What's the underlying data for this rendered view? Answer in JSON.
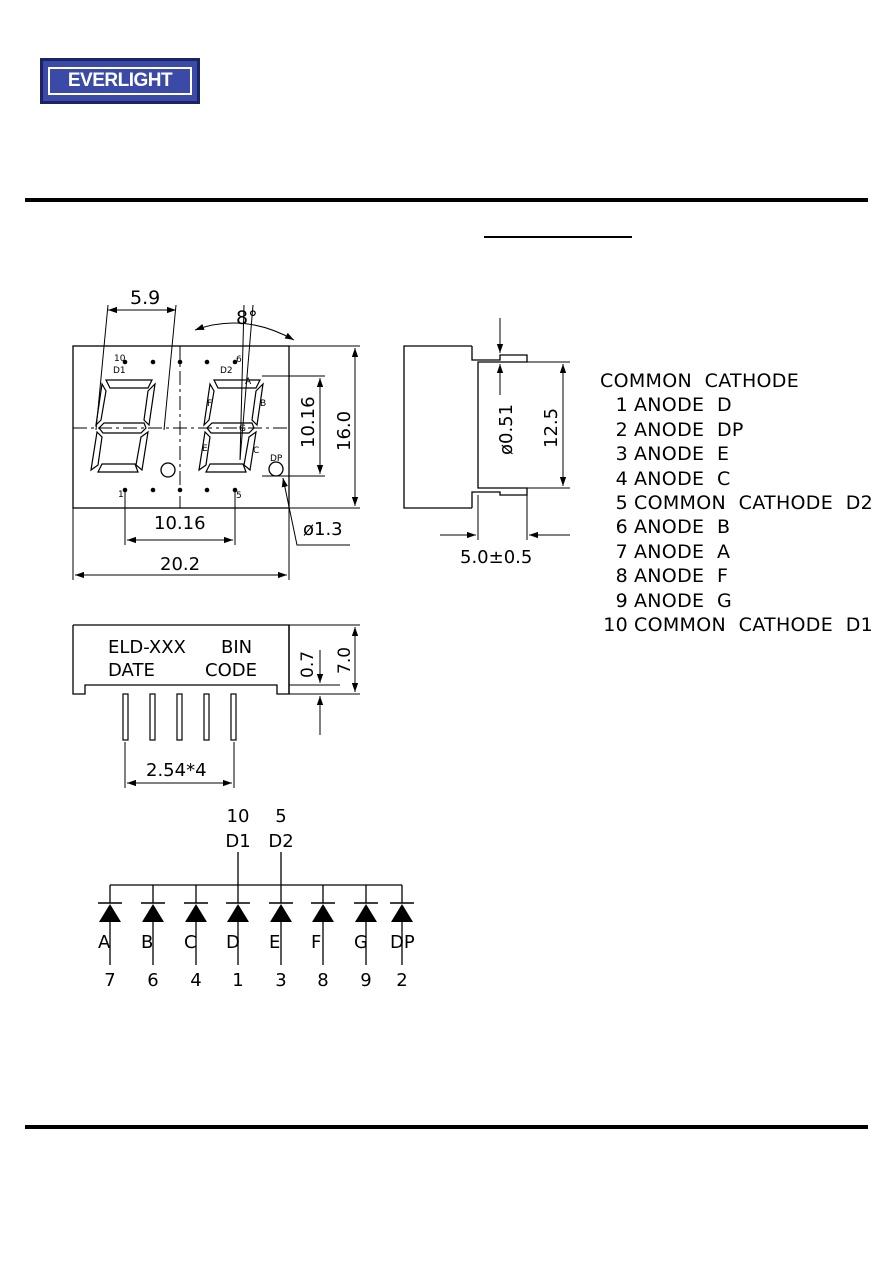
{
  "header": {
    "brand": "EVERLIGHT"
  },
  "front_view": {
    "dims": {
      "digit_width": "5.9",
      "slant": "8°",
      "height": "10.16",
      "overall_height": "16.0",
      "pin_span": "10.16",
      "overall_width": "20.2",
      "dp_diameter": "ø1.3"
    },
    "pin_labels": {
      "p10": "10",
      "d1": "D1",
      "p6": "6",
      "d2": "D2",
      "p1": "1",
      "p5": "5",
      "dp": "DP"
    },
    "segments": {
      "a": "A",
      "b": "B",
      "c": "C",
      "e": "E",
      "f": "F",
      "g": "G"
    }
  },
  "side_view": {
    "dims": {
      "pin_diameter": "ø0.51",
      "pin_length": "12.5",
      "offset": "5.0±0.5"
    }
  },
  "bottom_view": {
    "marking": {
      "line1_left": "ELD-XXX",
      "line1_right": "BIN",
      "line2_left": "DATE",
      "line2_right": "CODE"
    },
    "dims": {
      "standoff": "0.7",
      "thickness": "7.0",
      "pitch": "2.54*4"
    }
  },
  "pin_list": {
    "header": "COMMON  CATHODE",
    "rows": [
      {
        "num": "1",
        "label": "ANODE  D"
      },
      {
        "num": "2",
        "label": "ANODE  DP"
      },
      {
        "num": "3",
        "label": "ANODE  E"
      },
      {
        "num": "4",
        "label": "ANODE  C"
      },
      {
        "num": "5",
        "label": "COMMON  CATHODE  D2"
      },
      {
        "num": "6",
        "label": "ANODE  B"
      },
      {
        "num": "7",
        "label": "ANODE  A"
      },
      {
        "num": "8",
        "label": "ANODE  F"
      },
      {
        "num": "9",
        "label": "ANODE  G"
      },
      {
        "num": "10",
        "label": "COMMON  CATHODE  D1"
      }
    ]
  },
  "circuit": {
    "commons": [
      {
        "pin": "10",
        "name": "D1"
      },
      {
        "pin": "5",
        "name": "D2"
      }
    ],
    "diodes": [
      {
        "seg": "A",
        "pin": "7"
      },
      {
        "seg": "B",
        "pin": "6"
      },
      {
        "seg": "C",
        "pin": "4"
      },
      {
        "seg": "D",
        "pin": "1"
      },
      {
        "seg": "E",
        "pin": "3"
      },
      {
        "seg": "F",
        "pin": "8"
      },
      {
        "seg": "G",
        "pin": "9"
      },
      {
        "seg": "DP",
        "pin": "2"
      }
    ]
  }
}
